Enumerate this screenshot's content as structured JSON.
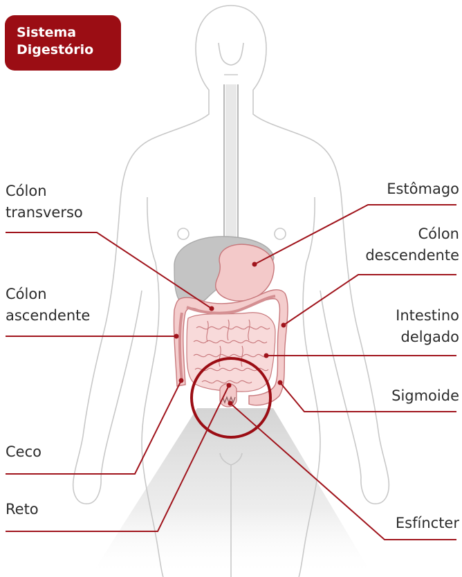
{
  "title": {
    "line1": "Sistema",
    "line2": "Digestório"
  },
  "labels": {
    "colon_transverso": {
      "line1": "Cólon",
      "line2": "transverso"
    },
    "colon_ascendente": {
      "line1": "Cólon",
      "line2": "ascendente"
    },
    "ceco": "Ceco",
    "reto": "Reto",
    "estomago": "Estômago",
    "colon_descendente": {
      "line1": "Cólon",
      "line2": "descendente"
    },
    "intestino_delgado": {
      "line1": "Intestino",
      "line2": "delgado"
    },
    "sigmoide": "Sigmoide",
    "esfincter": "Esfíncter"
  },
  "colors": {
    "accent": "#9b0d14",
    "leader_line": "#a0141c",
    "body_outline": "#c8c8c8",
    "organ_fill": "#f3c9c9",
    "organ_stroke": "#c7777b",
    "liver": "#c4c4c4"
  }
}
